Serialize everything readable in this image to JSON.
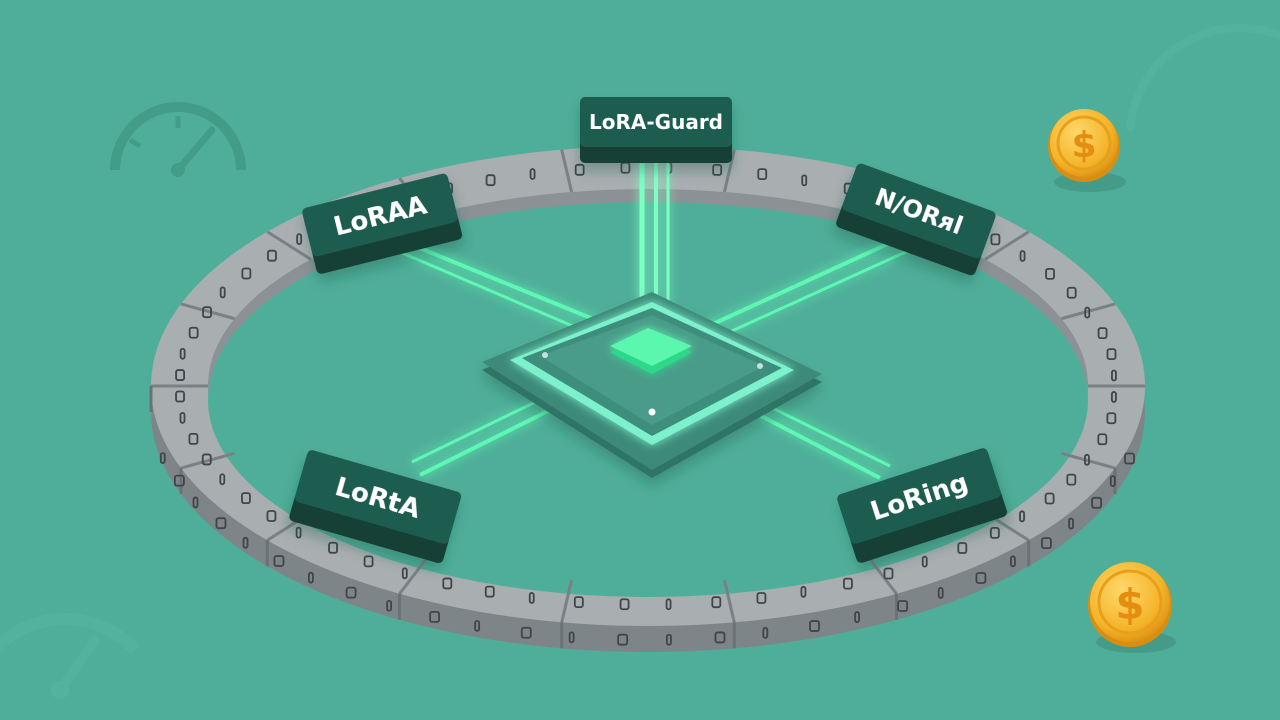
{
  "colors": {
    "background": "#4fae99",
    "ring_top": "#a9aeb0",
    "ring_side": "#7e8588",
    "module_dark": "#1e5d50",
    "beam": "#5ff7b4",
    "core_glow": "#3ef29c",
    "coin": "#f4b42a",
    "gauge": "#3a8e79"
  },
  "modules": [
    {
      "id": "top",
      "label": "LoRA-Guard",
      "rot": 0
    },
    {
      "id": "upper_left",
      "label": "LoRAA",
      "rot": -14
    },
    {
      "id": "upper_right",
      "label": "N∕ORᴙl",
      "rot": 20
    },
    {
      "id": "lower_left",
      "label": "LoRtA",
      "rot": 16
    },
    {
      "id": "lower_right",
      "label": "LoRing",
      "rot": -18
    }
  ],
  "icons": {
    "coin_symbol": "$",
    "gauges": [
      "gauge-icon",
      "gauge-icon",
      "gauge-icon"
    ],
    "coins": [
      "coin-icon",
      "coin-icon"
    ]
  }
}
